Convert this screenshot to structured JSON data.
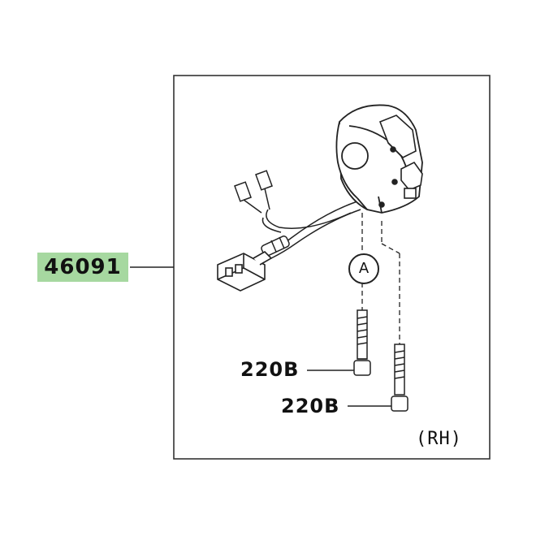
{
  "diagram": {
    "main_part_number": "46091",
    "screw_labels": [
      "220B",
      "220B"
    ],
    "reference_marker": "A",
    "side_label": "(RH)",
    "colors": {
      "highlight": "#a6d8a0",
      "line": "#222222",
      "frame": "#333333"
    }
  }
}
